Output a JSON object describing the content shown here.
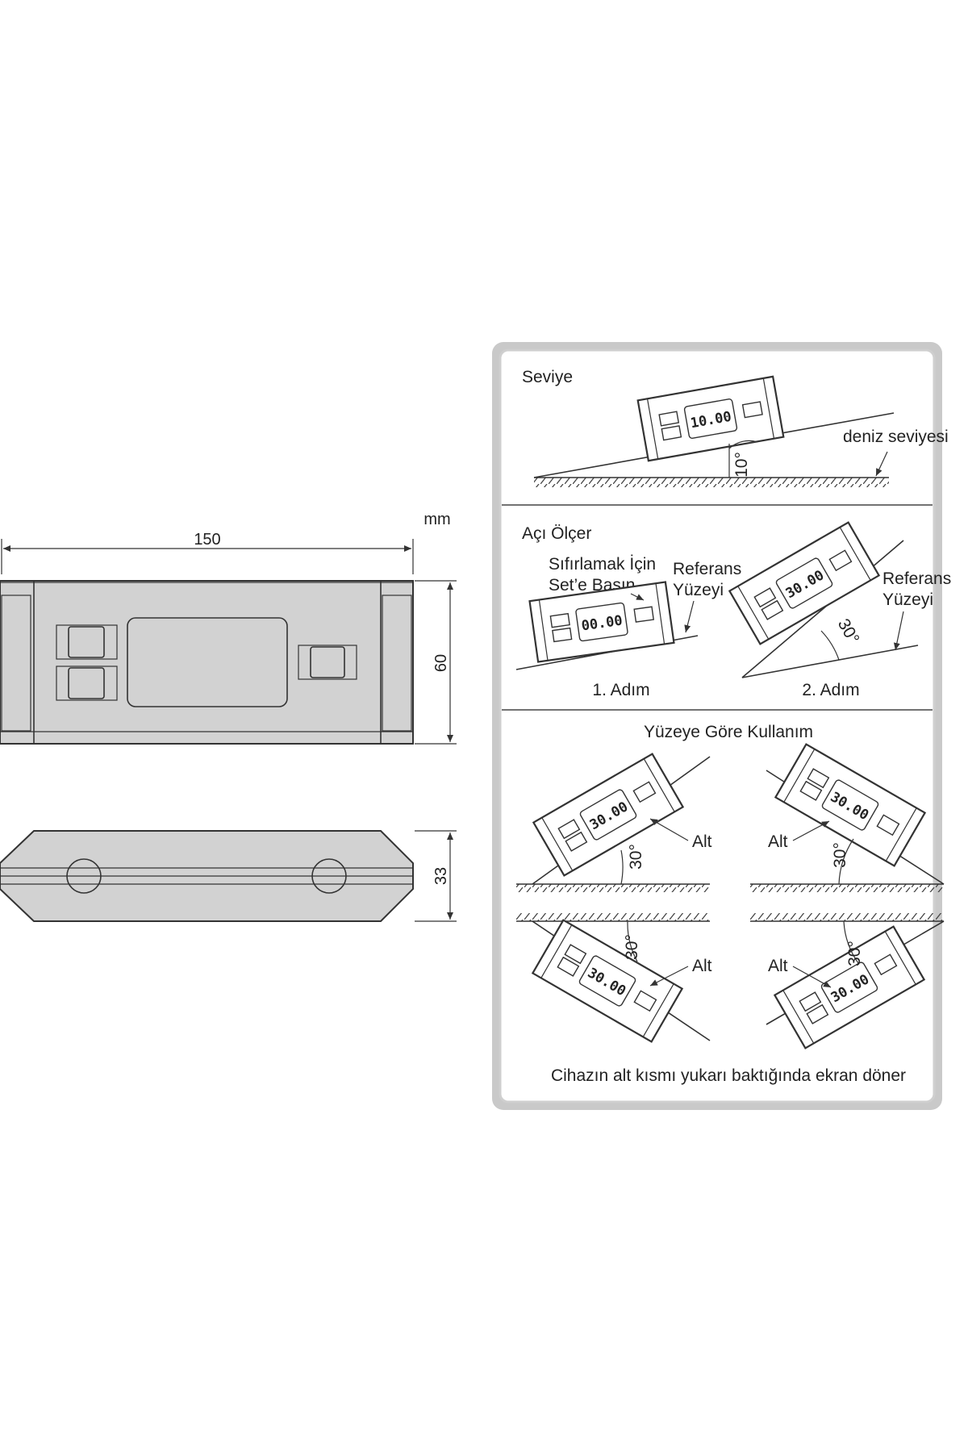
{
  "dimensions": {
    "unit": "mm",
    "width": "150",
    "height": "60",
    "depth": "33"
  },
  "sections": {
    "seviye": {
      "title": "Seviye",
      "sea_level_label": "deniz seviyesi",
      "angle": "10°",
      "display": "10.00"
    },
    "aci_olcer": {
      "title": "Açı Ölçer",
      "reset_line1": "Sıfırlamak İçin",
      "reset_line2": "Set’e Basın",
      "ref1_line1": "Referans",
      "ref1_line2": "Yüzeyi",
      "ref2_line1": "Referans",
      "ref2_line2": "Yüzeyi",
      "step1": "1. Adım",
      "step2": "2. Adım",
      "display1": "00.00",
      "display2": "30.00",
      "angle": "30°"
    },
    "yuzeye": {
      "title": "Yüzeye Göre Kullanım",
      "alt_label": "Alt",
      "angle": "30°",
      "display": "30.00",
      "footer": "Cihazın alt kısmı yukarı baktığında ekran döner"
    }
  },
  "colors": {
    "body_fill": "#d2d2d2",
    "panel_border": "#cfcfcf",
    "ink": "#333333"
  }
}
